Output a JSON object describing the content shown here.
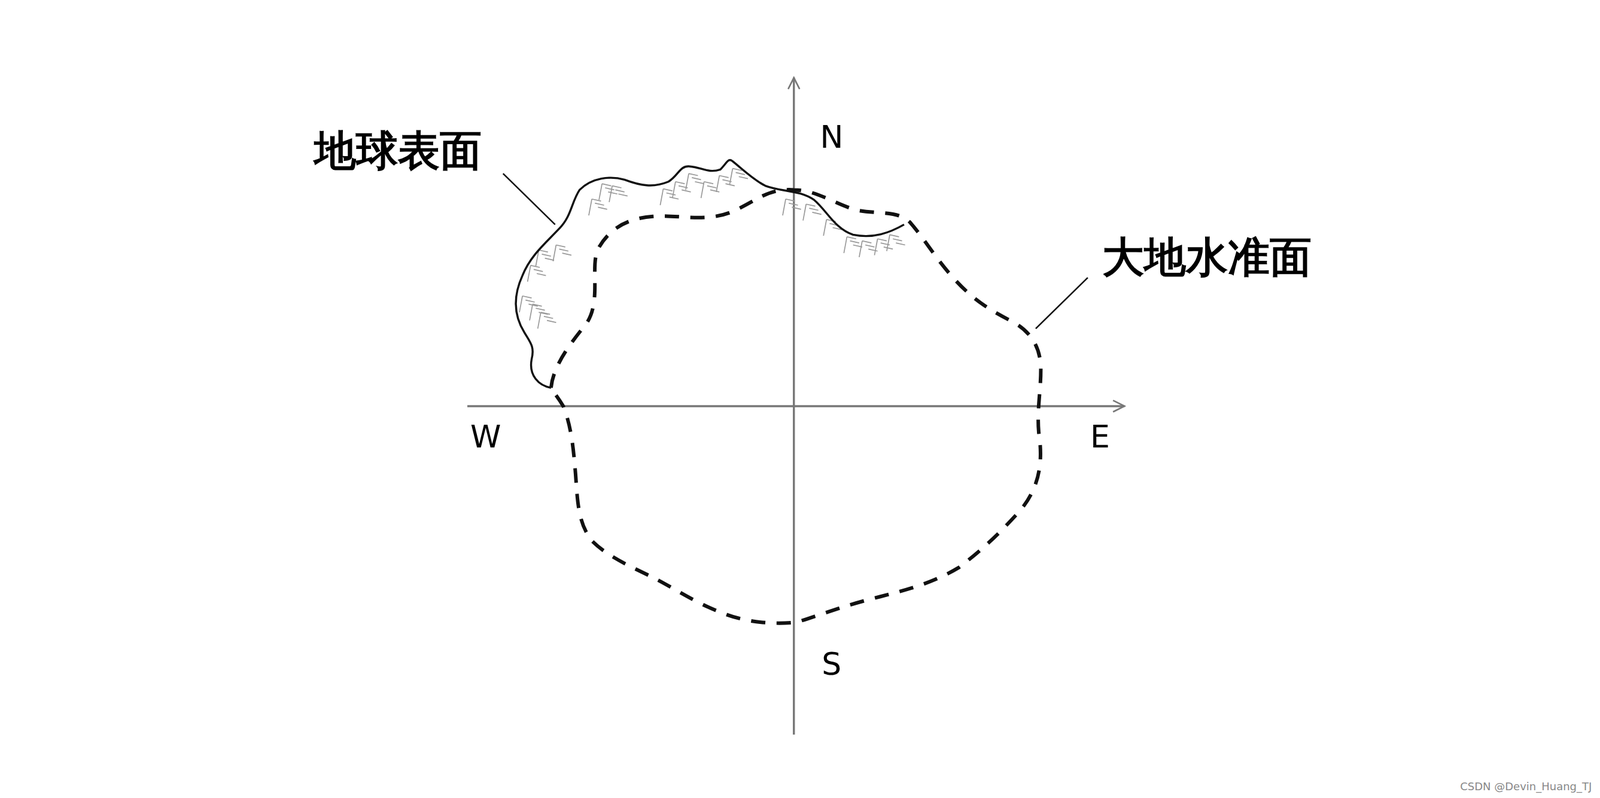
{
  "diagram": {
    "labels": [
      "地球表面",
      "大地水准面",
      "N",
      "W",
      "E",
      "S",
      "CSDN @Devin_Huang_TJ"
    ]
  }
}
